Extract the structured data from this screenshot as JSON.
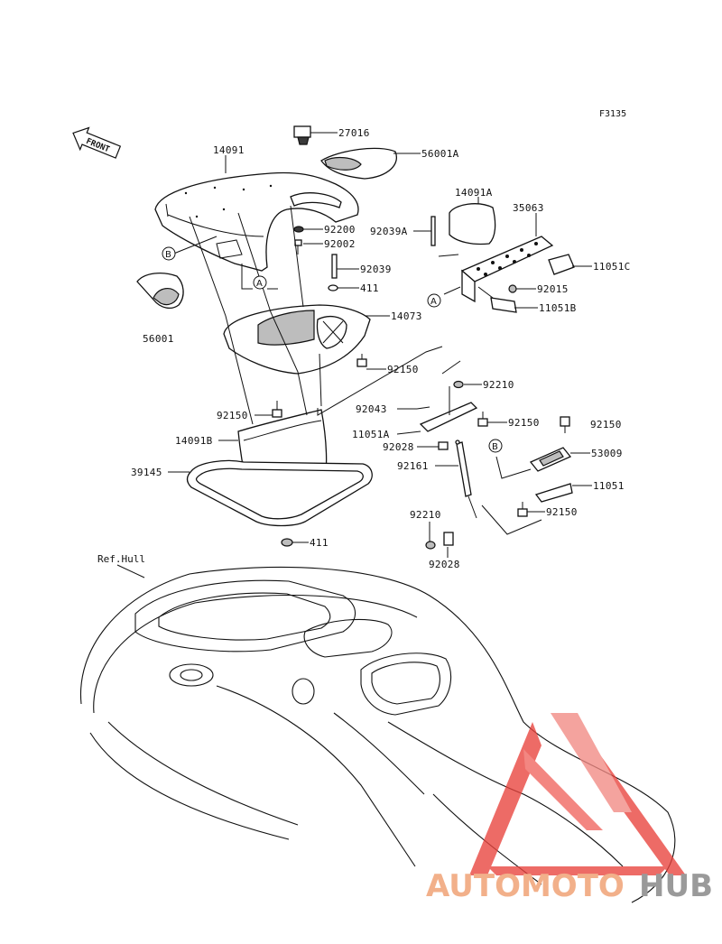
{
  "figure_code": "F3135",
  "front_label": "FRONT",
  "ref_label": "Ref.Hull",
  "callouts": [
    "A",
    "B"
  ],
  "parts": [
    "27016",
    "56001A",
    "14091",
    "14091A",
    "35063",
    "92200",
    "92039A",
    "92002",
    "92039",
    "11051C",
    "411",
    "92015",
    "14073",
    "11051B",
    "56001",
    "92150",
    "92210",
    "92043",
    "11051A",
    "14091B",
    "92028",
    "53009",
    "92161",
    "39145",
    "11051"
  ],
  "watermark": {
    "part1": "AUTOMOTO",
    "part2": "HUB",
    "color1": "#f2b08a",
    "color2": "#9a9a9a",
    "logo_color": "#e8423c"
  }
}
